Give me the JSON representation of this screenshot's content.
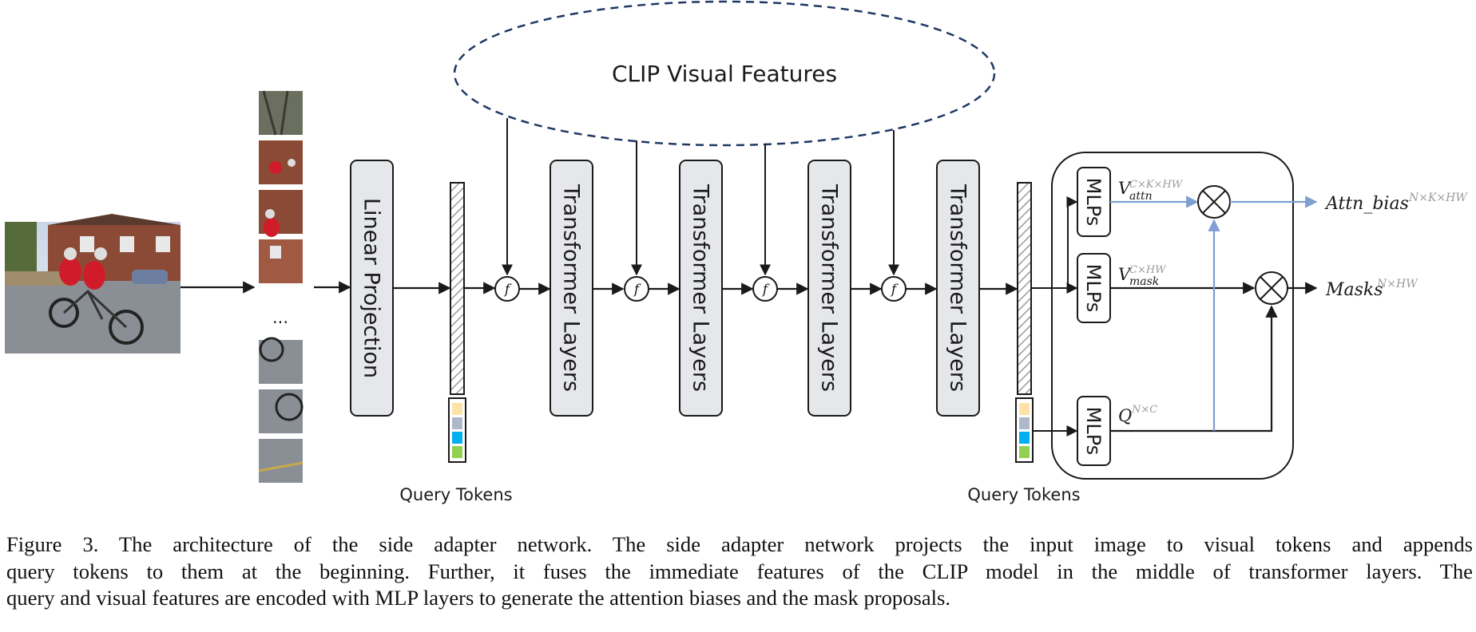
{
  "figure": {
    "clip_features_label": "CLIP Visual Features",
    "linear_projection_label": "Linear Projection",
    "transformer_labels": [
      "Transformer Layers",
      "Transformer Layers",
      "Transformer Layers",
      "Transformer Layers"
    ],
    "fusion_symbol": "f",
    "ellipsis": "...",
    "mlp_label": "MLPs",
    "query_tokens_left": "Query Tokens",
    "query_tokens_right": "Query Tokens",
    "v_attn": {
      "base": "V",
      "sub": "attn",
      "sup": "C×K×HW"
    },
    "v_mask": {
      "base": "V",
      "sub": "mask",
      "sup": "C×HW"
    },
    "q": {
      "base": "Q",
      "sup": "N×C"
    },
    "attn_bias": {
      "base": "Attn_bias",
      "sup": "N×K×HW"
    },
    "masks": {
      "base": "Masks",
      "sup": "N×HW"
    },
    "colors": {
      "block_fill": "#e6e7eb",
      "stroke": "#1a1a1a",
      "dashed": "#1f3864",
      "blue_arrow": "#7f9fd3",
      "token_colors": [
        "#fde3a7",
        "#adb9ca",
        "#00b0f0",
        "#92d050"
      ]
    }
  },
  "caption": {
    "lines": [
      "Figure 3.  The architecture of the side adapter network.  The side adapter network projects the input image to visual tokens and appends",
      "query tokens to them at the beginning. Further, it fuses the immediate features of the CLIP model in the middle of transformer layers. The",
      "query and visual features are encoded with MLP layers to generate the attention biases and the mask proposals."
    ]
  }
}
